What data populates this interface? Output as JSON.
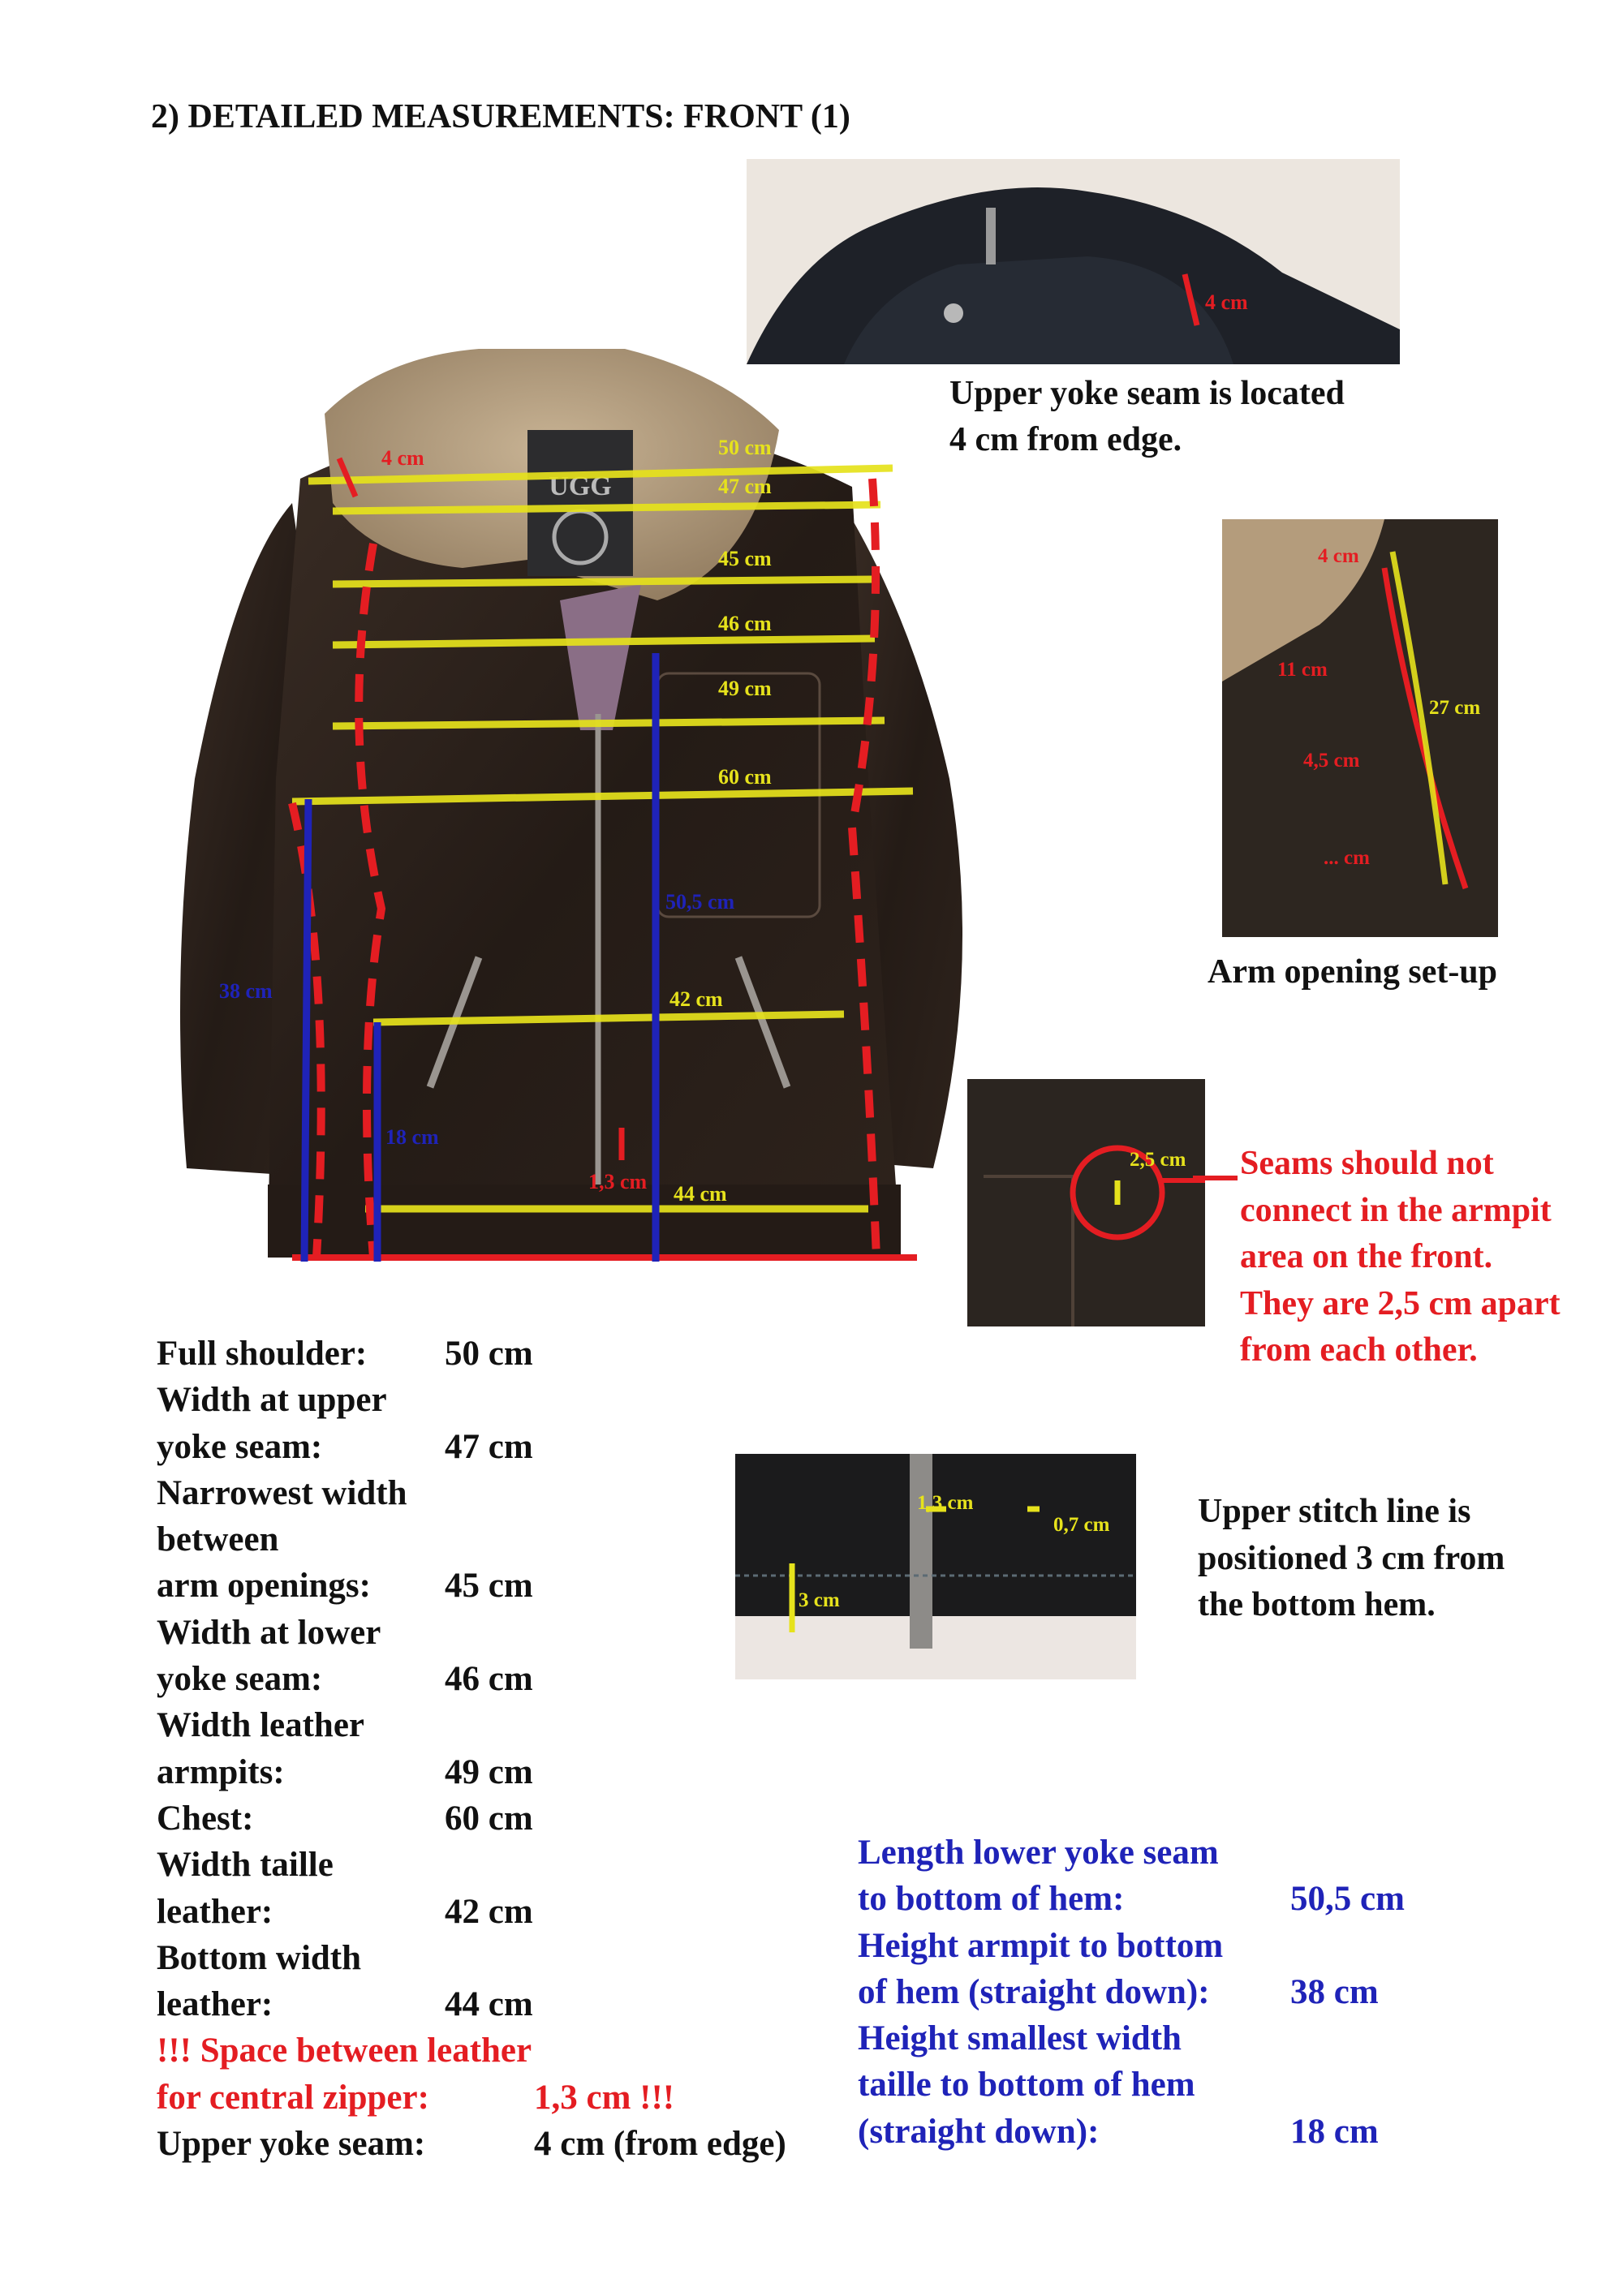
{
  "title": "2) DETAILED MEASUREMENTS: FRONT (1)",
  "main_photo": {
    "brand_label": "UGG",
    "labels": {
      "upper_yoke": "4 cm",
      "full_shoulder": "50 cm",
      "upper_yoke_width": "47 cm",
      "arm_openings": "45 cm",
      "lower_yoke": "46 cm",
      "armpits": "49 cm",
      "chest": "60 cm",
      "yoke_to_hem": "50,5 cm",
      "armpit_height": "38 cm",
      "taille": "42  cm",
      "taille_height": "18 cm",
      "zipper_space": "1,3 cm",
      "bottom": "44 cm"
    }
  },
  "collar_photo": {
    "label": "4 cm",
    "caption_line1": "Upper yoke seam is located",
    "caption_line2": "4 cm from edge."
  },
  "arm_photo": {
    "labels": {
      "top": "4 cm",
      "left": "11 cm",
      "right": "27 cm",
      "mid": "4,5 cm",
      "bottom": "... cm"
    },
    "caption": "Arm opening set-up"
  },
  "armpit_photo": {
    "label": "2,5 cm",
    "note": [
      "Seams should not",
      "connect in the armpit",
      "area on the front.",
      "They are 2,5 cm apart",
      "from each other."
    ]
  },
  "hem_photo": {
    "labels": {
      "zipper": "1,3 cm",
      "stitch": "0,7 cm",
      "height": "3 cm"
    },
    "caption": [
      "Upper stitch line is",
      "positioned 3 cm from",
      "the bottom hem."
    ]
  },
  "measurements": [
    {
      "label": "Full shoulder:",
      "value": "50 cm"
    },
    {
      "label": "Width at upper",
      "value": ""
    },
    {
      "label": "yoke seam:",
      "value": "47 cm"
    },
    {
      "label": "Narrowest width",
      "value": ""
    },
    {
      "label": "between",
      "value": ""
    },
    {
      "label": "arm openings:",
      "value": "45 cm"
    },
    {
      "label": "Width at lower",
      "value": ""
    },
    {
      "label": "yoke seam:",
      "value": "46 cm"
    },
    {
      "label": "Width leather",
      "value": ""
    },
    {
      "label": "armpits:",
      "value": "49 cm"
    },
    {
      "label": "Chest:",
      "value": "60 cm"
    },
    {
      "label": "Width taille",
      "value": ""
    },
    {
      "label": "leather:",
      "value": "42 cm"
    },
    {
      "label": "Bottom width",
      "value": ""
    },
    {
      "label": "leather:",
      "value": "44 cm"
    }
  ],
  "zipper_note": {
    "line1": "!!! Space between leather",
    "line2_label": "for central zipper:",
    "line2_value": "1,3 cm !!!"
  },
  "upper_yoke_note": {
    "label": "Upper yoke seam:",
    "value": "4 cm (from edge)"
  },
  "heights": [
    {
      "label": "Length lower yoke seam",
      "value": ""
    },
    {
      "label": "to bottom of hem:",
      "value": "50,5 cm"
    },
    {
      "label": "Height armpit to bottom",
      "value": ""
    },
    {
      "label": "of hem (straight down):",
      "value": "38 cm"
    },
    {
      "label": "Height smallest width",
      "value": ""
    },
    {
      "label": "taille to bottom of hem",
      "value": ""
    },
    {
      "label": "(straight down):",
      "value": "18 cm"
    }
  ],
  "colors": {
    "red": "#e41d22",
    "blue": "#1f23b8",
    "yellow": "#e6e21c",
    "leather": "#2a201b",
    "fur": "#b49c7c"
  }
}
